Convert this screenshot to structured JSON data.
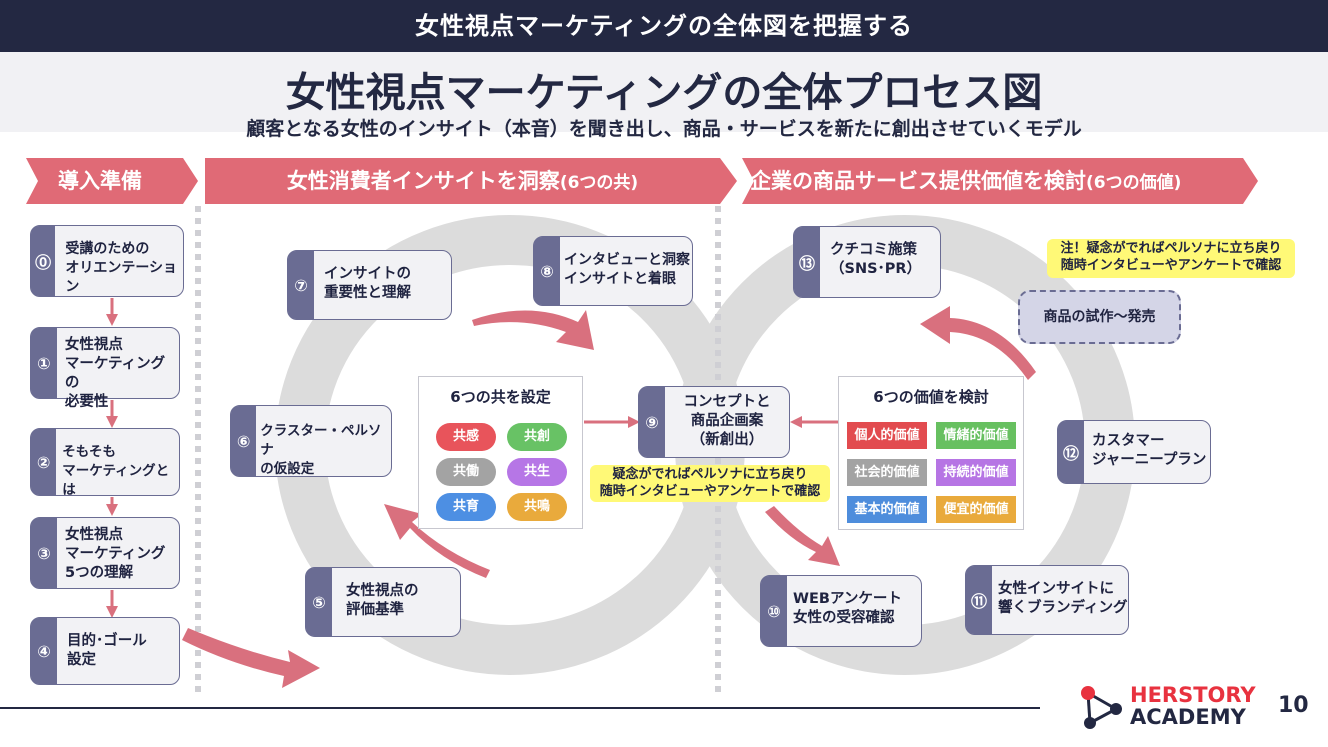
{
  "header_bar": "女性視点マーケティングの全体図を把握する",
  "title": "女性視点マーケティングの全体プロセス図",
  "subtitle": "顧客となる女性のインサイト（本音）を聞き出し、商品・サービスを新たに創出させていくモデル",
  "sections": {
    "prep": "導入準備",
    "insight": "女性消費者インサイトを洞察",
    "insight_sub": "(6つの共)",
    "value": "企業の商品サービス提供価値を検討",
    "value_sub": "(6つの価値)"
  },
  "steps": [
    {
      "num": "⓪",
      "text": "受講のための\nオリエンテーション"
    },
    {
      "num": "①",
      "text": "女性視点\nマーケティングの\n必要性"
    },
    {
      "num": "②",
      "text": "そもそも\nマーケティングとは"
    },
    {
      "num": "③",
      "text": "女性視点\nマーケティング\n5つの理解"
    },
    {
      "num": "④",
      "text": "目的･ゴール\n設定"
    },
    {
      "num": "⑤",
      "text": "女性視点の\n評価基準"
    },
    {
      "num": "⑥",
      "text": "クラスター・ペルソナ\nの仮設定"
    },
    {
      "num": "⑦",
      "text": "インサイトの\n重要性と理解"
    },
    {
      "num": "⑧",
      "text": "インタビューと洞察\nインサイトと着眼"
    },
    {
      "num": "⑨",
      "text": "コンセプトと\n商品企画案\n（新創出）"
    },
    {
      "num": "⑩",
      "text": "WEBアンケート\n女性の受容確認"
    },
    {
      "num": "⑪",
      "text": "女性インサイトに\n響くブランディング"
    },
    {
      "num": "⑫",
      "text": "カスタマー\nジャーニープラン"
    },
    {
      "num": "⑬",
      "text": "クチコミ施策\n（SNS･PR）"
    }
  ],
  "kyo_panel": {
    "title": "6つの共を設定",
    "items": [
      {
        "label": "共感",
        "color": "#e8545b"
      },
      {
        "label": "共創",
        "color": "#68c265"
      },
      {
        "label": "共働",
        "color": "#a3a3a3"
      },
      {
        "label": "共生",
        "color": "#b676e6"
      },
      {
        "label": "共育",
        "color": "#4d8fe3"
      },
      {
        "label": "共鳴",
        "color": "#e9aa3c"
      }
    ]
  },
  "value_panel": {
    "title": "6つの価値を検討",
    "items": [
      {
        "label": "個人的価値",
        "color": "#e24b4f"
      },
      {
        "label": "情緒的価値",
        "color": "#67c060"
      },
      {
        "label": "社会的価値",
        "color": "#a3a3a3"
      },
      {
        "label": "持続的価値",
        "color": "#b675e4"
      },
      {
        "label": "基本的価値",
        "color": "#4e8ddc"
      },
      {
        "label": "便宜的価値",
        "color": "#e9aa3c"
      }
    ]
  },
  "note_center": "疑念がでればペルソナに立ち戻り\n随時インタビューやアンケートで確認",
  "note_top": "注！疑念がでればペルソナに立ち戻り\n随時インタビューやアンケートで確認",
  "trial_box": "商品の試作～発売",
  "brand": {
    "line1": "HERSTORY",
    "line2": "ACADEMY"
  },
  "page_number": "10",
  "colors": {
    "header_dark": "#232842",
    "section_pink": "#e06a76",
    "card_accent": "#6a6c93",
    "loop_gray": "#dcdcdc",
    "note_yellow": "#fff977"
  }
}
